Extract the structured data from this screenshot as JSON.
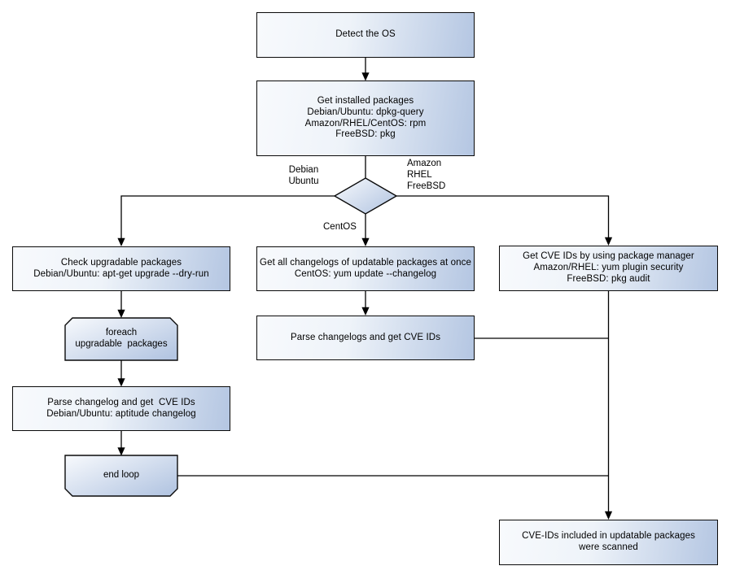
{
  "colors": {
    "node_fill_start": "#f8fafd",
    "node_fill_mid": "#eef3f9",
    "node_fill_end": "#b4c6e2",
    "node_border": "#0a0a0a",
    "connector": "#000000",
    "canvas_bg": "#ffffff"
  },
  "nodes": {
    "detect_os": "Detect the OS",
    "get_installed_packages": "Get installed packages\nDebian/Ubuntu: dpkg-query\nAmazon/RHEL/CentOS: rpm\nFreeBSD: pkg",
    "check_upgradable_packages": "Check upgradable packages\nDebian/Ubuntu: apt-get upgrade --dry-run",
    "foreach_loop_start": "foreach\nupgradable  packages",
    "parse_changelog_debian": "Parse changelog and get  CVE IDs\nDebian/Ubuntu: aptitude changelog",
    "end_loop": "end loop",
    "get_all_changelogs": "Get all changelogs of updatable packages at once\nCentOS: yum update --changelog",
    "parse_changelogs_get_cve": "Parse changelogs and get CVE IDs",
    "get_cve_ids_package_manager": "Get CVE IDs by using package manager\nAmazon/RHEL: yum plugin security\nFreeBSD: pkg audit",
    "cve_ids_scanned": "CVE-IDs included in updatable packages\nwere scanned"
  },
  "edge_labels": {
    "debian_ubuntu": "Debian\nUbuntu",
    "amazon_rhel_freebsd": "Amazon\nRHEL\nFreeBSD",
    "centos": "CentOS"
  }
}
